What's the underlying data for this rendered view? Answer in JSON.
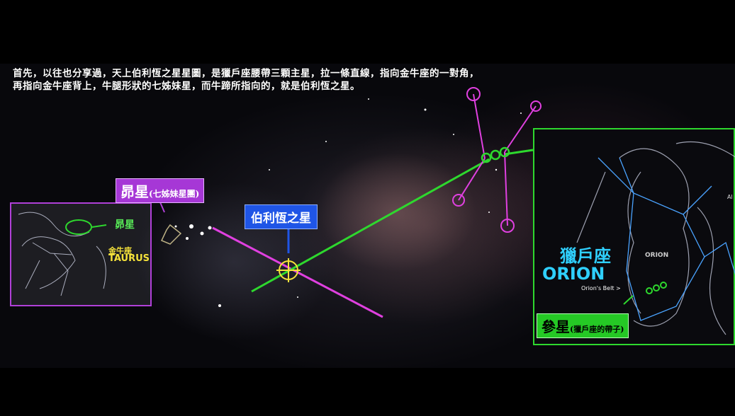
{
  "caption": {
    "line1": "首先，以往也分享過，天上伯利恆之星星圖，是獵戶座腰帶三顆主星，拉一條直線，指向金牛座的一對角，",
    "line2": "再指向金牛座背上，牛腿形狀的七姊妹星，而牛蹄所指向的，就是伯利恆之星。"
  },
  "labels": {
    "pleiades_main": "昴星",
    "pleiades_note": "(七姊妹星團)",
    "betelgeuse": "伯利恆之星",
    "mintaka_main": "參星",
    "mintaka_note": "(獵戶座的帶子)",
    "orion_cn": "獵戶座",
    "orion_en": "ORION",
    "taurus_cn": "金牛座",
    "taurus_en": "TAURUS",
    "maoxing_small": "昴星",
    "orion_word": "ORION",
    "belt_word": "Orion's Belt >",
    "ald_small": "Al"
  },
  "colors": {
    "purple": "#b040d8",
    "green": "#2ed82e",
    "magenta_line": "#e040e0",
    "cyan_text": "#2fd0ff",
    "yellow_target": "#f5e23a"
  }
}
